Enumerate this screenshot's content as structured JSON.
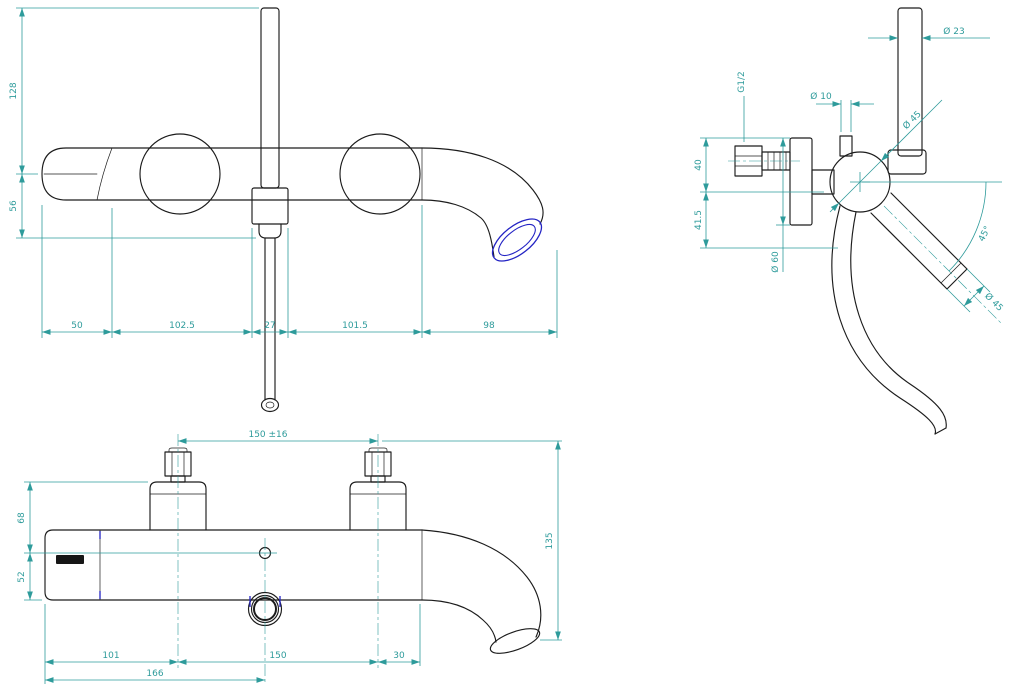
{
  "colors": {
    "object_line": "#1c1c1c",
    "dimension_line": "#2e9b9b",
    "accent_blue": "#2424c4",
    "background": "#ffffff"
  },
  "front": {
    "height_overall": "128",
    "height_lower": "56",
    "w_cap": "50",
    "w_left": "102.5",
    "w_holder": "27",
    "w_right": "101.5",
    "w_spout": "98"
  },
  "plan": {
    "inlet_distance": "150 ±16",
    "depth_upper": "68",
    "depth_body": "52",
    "w_left": "101",
    "w_centers": "150",
    "w_right": "30",
    "w_overall": "166",
    "spout_offset": "135"
  },
  "side": {
    "handle_dia": "Ø 23",
    "knob_dia": "Ø 10",
    "thread_size": "G1/2",
    "body_dia": "Ø 45",
    "offset_top": "40",
    "offset_mid": "41.5",
    "flange_dia": "Ø 60",
    "spout_angle": "45°",
    "spout_dia": "Ø 45"
  }
}
